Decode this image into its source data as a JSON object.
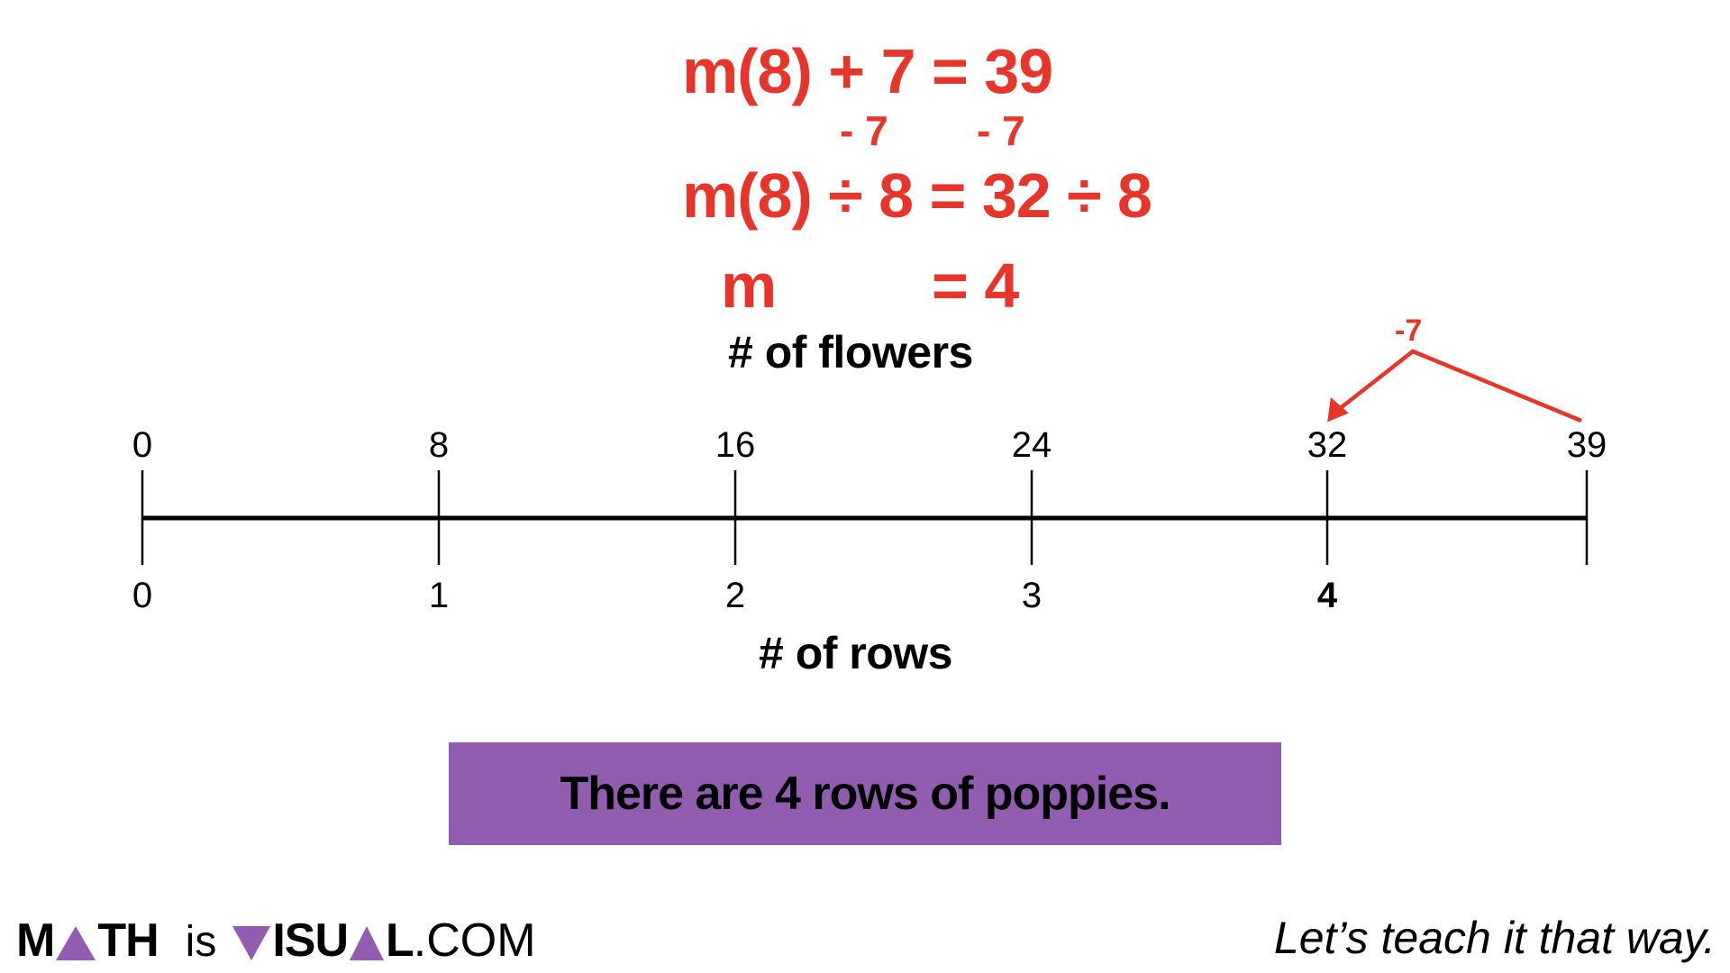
{
  "colors": {
    "red": "#E8352A",
    "purple": "#915DB0",
    "ink": "#000000"
  },
  "equations": {
    "line1": "m(8) + 7 = 39",
    "line1_sub_left": "- 7",
    "line1_sub_right": "- 7",
    "line2": "m(8) ÷ 8 = 32 ÷ 8",
    "line3_left": "m",
    "line3_right": "=  4"
  },
  "numberline": {
    "top_title": "# of flowers",
    "bottom_title": "# of rows",
    "top_labels": [
      "0",
      "8",
      "16",
      "24",
      "32",
      "39"
    ],
    "bottom_labels": [
      "0",
      "1",
      "2",
      "3",
      "4"
    ],
    "bold_bottom_index": 4,
    "jump_label": "-7"
  },
  "answer": {
    "text": "There are 4 rows of poppies."
  },
  "footer": {
    "logo": {
      "math_m": "M",
      "math_th": "TH",
      "is": "is",
      "visual_isu": "ISU",
      "visual_l": "L",
      "com": ".COM"
    },
    "tagline": "Let’s teach it that way."
  },
  "chart_data": {
    "type": "number-line",
    "title": "",
    "top_axis": {
      "label": "# of flowers",
      "ticks": [
        0,
        8,
        16,
        24,
        32,
        39
      ]
    },
    "bottom_axis": {
      "label": "# of rows",
      "ticks": [
        0,
        1,
        2,
        3,
        4
      ],
      "highlight": 4
    },
    "annotations": [
      {
        "type": "jump-arrow",
        "from": 39,
        "to": 32,
        "label": "-7"
      }
    ]
  }
}
